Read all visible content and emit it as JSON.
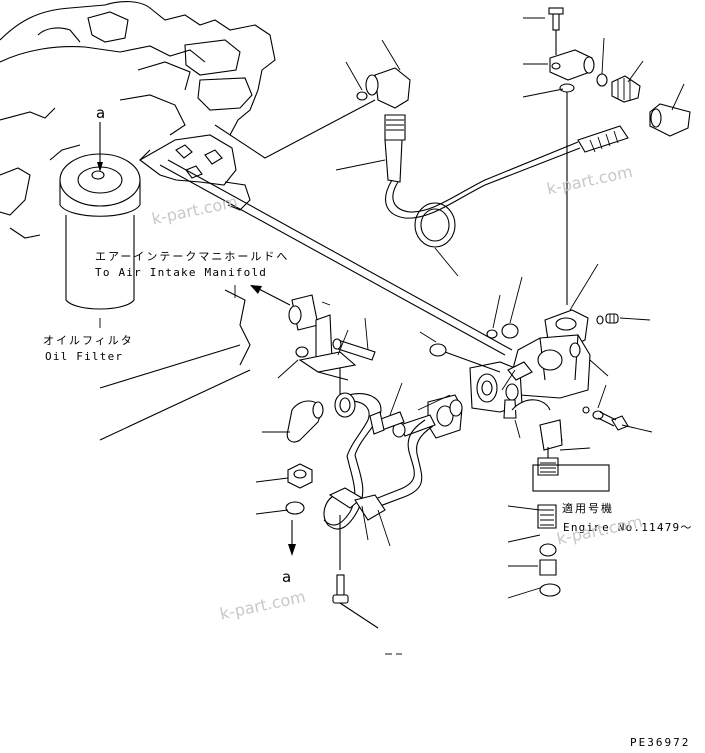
{
  "labels": {
    "air_intake_jp": "エアーインテークマニホールドへ",
    "air_intake_en": "To Air Intake Manifold",
    "oil_filter_jp": "オイルフィルタ",
    "oil_filter_en": "Oil Filter",
    "ref_a_top": "a",
    "ref_a_bottom": "a",
    "applicable_jp": "適用号機",
    "engine_no": "Engine No.11479～",
    "drawing_no": "PE36972"
  },
  "watermarks": [
    "k-part.com",
    "k-part.com",
    "k-part.com"
  ]
}
